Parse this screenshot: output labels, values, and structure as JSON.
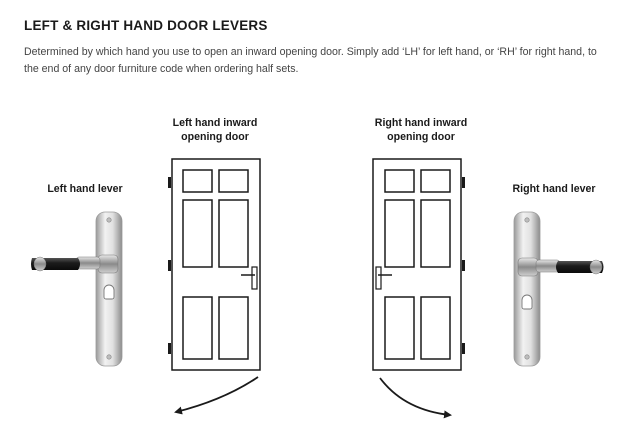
{
  "heading": "LEFT & RIGHT HAND DOOR LEVERS",
  "description": "Determined by which hand you use to open an inward opening door. Simply add ‘LH’ for left hand, or ‘RH’ for right hand, to the end of any door furniture code when ordering half sets.",
  "left_door_label_line1": "Left hand inward",
  "left_door_label_line2": "opening door",
  "right_door_label_line1": "Right hand inward",
  "right_door_label_line2": "opening door",
  "left_lever_label": "Left hand lever",
  "right_lever_label": "Right hand lever",
  "colors": {
    "line": "#1a1a1a",
    "plate": "#d9d9d9",
    "grip": "#2b2b2b"
  },
  "icons": [
    "left-hand-lever-icon",
    "right-hand-lever-icon",
    "door-icon",
    "swing-arrow-icon"
  ]
}
